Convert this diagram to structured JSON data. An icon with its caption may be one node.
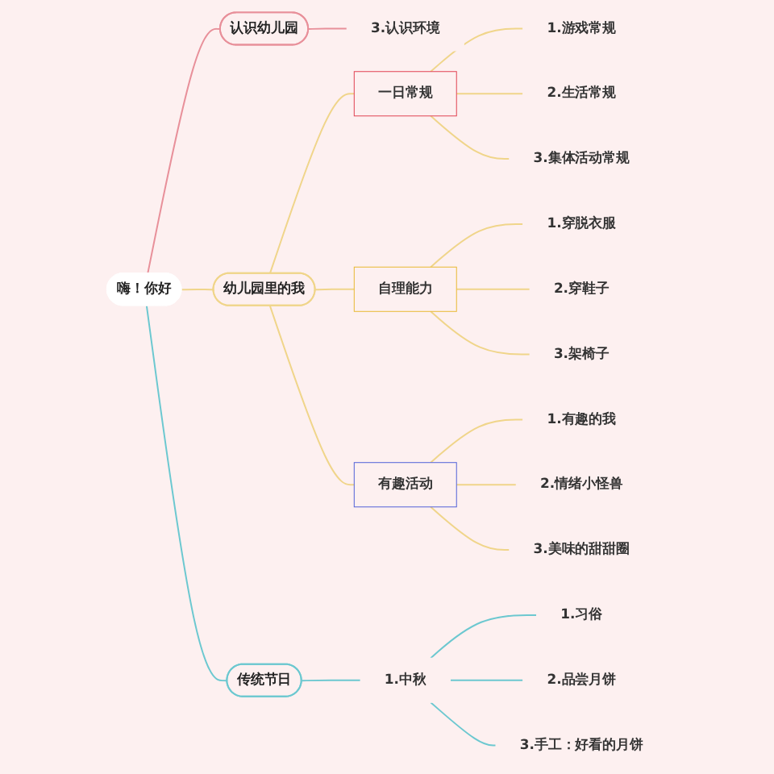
{
  "diagram": {
    "nodes": [
      {
        "text": [
          "嗨！你好"
        ]
      },
      {
        "text": [
          "认识幼儿园"
        ]
      },
      {
        "text": [
          "3.认识环境"
        ]
      },
      {
        "text": [
          "幼儿园里的我"
        ]
      },
      {
        "text": [
          "一日常规"
        ]
      },
      {
        "text": [
          "1.游戏常规"
        ]
      },
      {
        "text": [
          "2.生活常规"
        ]
      },
      {
        "text": [
          "3.集体活动常规"
        ]
      },
      {
        "text": [
          "自理能力"
        ]
      },
      {
        "text": [
          "1.穿脱衣服"
        ]
      },
      {
        "text": [
          "2.穿鞋子"
        ]
      },
      {
        "text": [
          "3.架椅子"
        ]
      },
      {
        "text": [
          "有趣活动"
        ]
      },
      {
        "text": [
          "1.有趣的我"
        ]
      },
      {
        "text": [
          "2.情绪小怪兽"
        ]
      },
      {
        "text": [
          "3.美味的甜甜圈"
        ]
      },
      {
        "text": [
          "传统节日"
        ]
      },
      {
        "text": [
          "1.中秋"
        ]
      },
      {
        "text": [
          "1.习俗"
        ]
      },
      {
        "text": [
          "2.品尝月饼"
        ]
      },
      {
        "text": [
          "3.手工：好看的月饼"
        ]
      }
    ],
    "edges": [
      {
        "from": 0,
        "to": 1,
        "arrow": "none",
        "color": "#e8909a"
      },
      {
        "from": 1,
        "to": 2,
        "arrow": "none",
        "color": "#e8909a"
      },
      {
        "from": 0,
        "to": 3,
        "arrow": "none",
        "color": "#f0d58a"
      },
      {
        "from": 3,
        "to": 4,
        "arrow": "none",
        "color": "#f0d58a"
      },
      {
        "from": 4,
        "to": 5,
        "arrow": "none",
        "color": "#f0d58a"
      },
      {
        "from": 4,
        "to": 6,
        "arrow": "none",
        "color": "#f0d58a"
      },
      {
        "from": 4,
        "to": 7,
        "arrow": "none",
        "color": "#f0d58a"
      },
      {
        "from": 3,
        "to": 8,
        "arrow": "none",
        "color": "#f0d58a"
      },
      {
        "from": 8,
        "to": 9,
        "arrow": "none",
        "color": "#f0d58a"
      },
      {
        "from": 8,
        "to": 10,
        "arrow": "none",
        "color": "#f0d58a"
      },
      {
        "from": 8,
        "to": 11,
        "arrow": "none",
        "color": "#f0d58a"
      },
      {
        "from": 3,
        "to": 12,
        "arrow": "none",
        "color": "#f0d58a"
      },
      {
        "from": 12,
        "to": 13,
        "arrow": "none",
        "color": "#f0d58a"
      },
      {
        "from": 12,
        "to": 14,
        "arrow": "none",
        "color": "#f0d58a"
      },
      {
        "from": 12,
        "to": 15,
        "arrow": "none",
        "color": "#f0d58a"
      },
      {
        "from": 0,
        "to": 16,
        "arrow": "none",
        "color": "#6cc8d0"
      },
      {
        "from": 16,
        "to": 17,
        "arrow": "none",
        "color": "#6cc8d0"
      },
      {
        "from": 17,
        "to": 18,
        "arrow": "none",
        "color": "#6cc8d0"
      },
      {
        "from": 17,
        "to": 19,
        "arrow": "none",
        "color": "#6cc8d0"
      },
      {
        "from": 17,
        "to": 20,
        "arrow": "none",
        "color": "#6cc8d0"
      }
    ]
  }
}
